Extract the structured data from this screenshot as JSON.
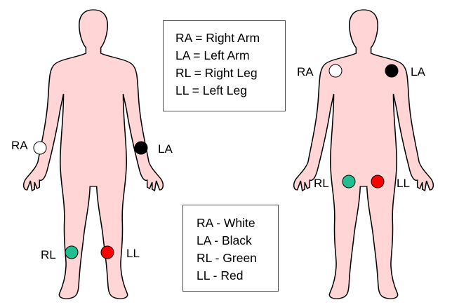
{
  "figures": {
    "left": {
      "electrodes": [
        {
          "label": "RA",
          "color": "#ffffff"
        },
        {
          "label": "LA",
          "color": "#000000"
        },
        {
          "label": "RL",
          "color": "#1fbf8f"
        },
        {
          "label": "LL",
          "color": "#ff0000"
        }
      ]
    },
    "right": {
      "electrodes": [
        {
          "label": "RA",
          "color": "#ffffff"
        },
        {
          "label": "LA",
          "color": "#000000"
        },
        {
          "label": "RL",
          "color": "#1fbf8f"
        },
        {
          "label": "LL",
          "color": "#ff0000"
        }
      ]
    }
  },
  "legend_names": [
    "RA = Right Arm",
    "LA = Left Arm",
    "RL = Right Leg",
    "LL = Left Leg"
  ],
  "legend_colors": [
    "RA - White",
    "LA - Black",
    "RL - Green",
    "LL - Red"
  ],
  "colors": {
    "body_fill": "#ffd5d5",
    "outline": "#000000"
  }
}
